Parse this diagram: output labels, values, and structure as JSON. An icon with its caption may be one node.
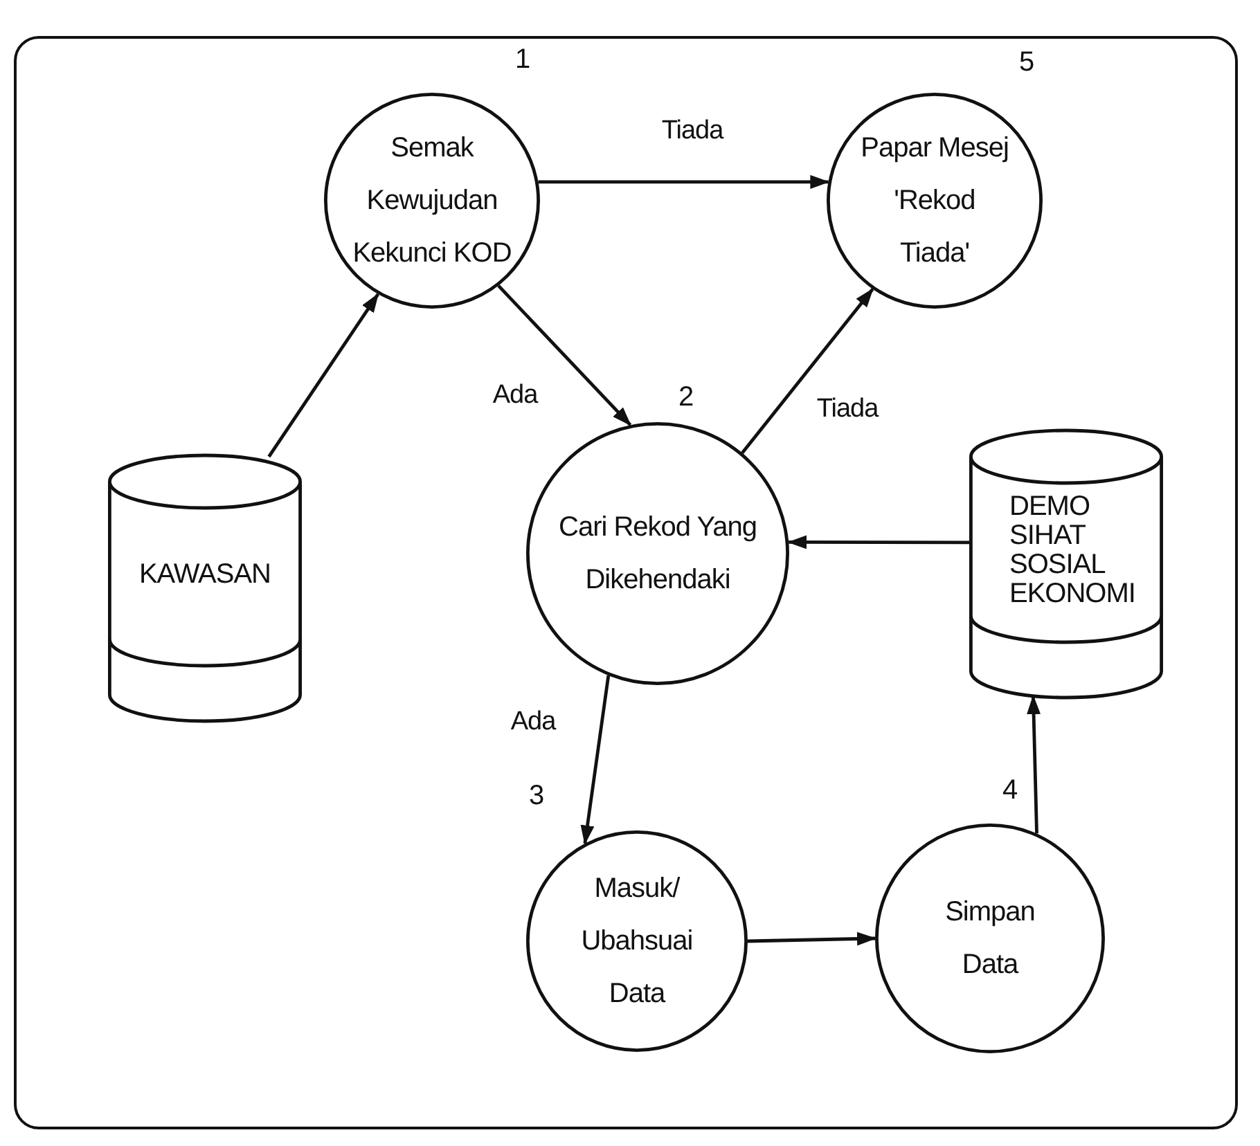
{
  "diagram": {
    "nodes": [
      {
        "text": [
          "Semak Kewujudan Kekunci KOD"
        ],
        "beside": [
          "1"
        ]
      },
      {
        "text": [
          "Papar Mesej 'Rekod Tiada'"
        ],
        "beside": [
          "5"
        ]
      },
      {
        "text": [
          "KAWASAN"
        ]
      },
      {
        "text": [
          "Cari Rekod Yang Dikehendaki"
        ],
        "beside": [
          "2"
        ]
      },
      {
        "text": [
          "DEMO SIHAT SOSIAL EKONOMI"
        ]
      },
      {
        "text": [
          "Masuk/ Ubahsuai Data"
        ],
        "beside": [
          "3"
        ]
      },
      {
        "text": [
          "Simpan Data"
        ],
        "beside": [
          "4"
        ]
      }
    ],
    "edges": [
      {
        "from": 2,
        "to": 0,
        "arrow": "to"
      },
      {
        "from": 0,
        "to": 1,
        "arrow": "to",
        "label": "Tiada"
      },
      {
        "from": 0,
        "to": 3,
        "arrow": "to",
        "label": "Ada"
      },
      {
        "from": 3,
        "to": 1,
        "arrow": "to",
        "label": "Tiada"
      },
      {
        "from": 4,
        "to": 3,
        "arrow": "to"
      },
      {
        "from": 3,
        "to": 5,
        "arrow": "to",
        "label": "Ada"
      },
      {
        "from": 5,
        "to": 6,
        "arrow": "to"
      },
      {
        "from": 6,
        "to": 4,
        "arrow": "to"
      }
    ]
  }
}
